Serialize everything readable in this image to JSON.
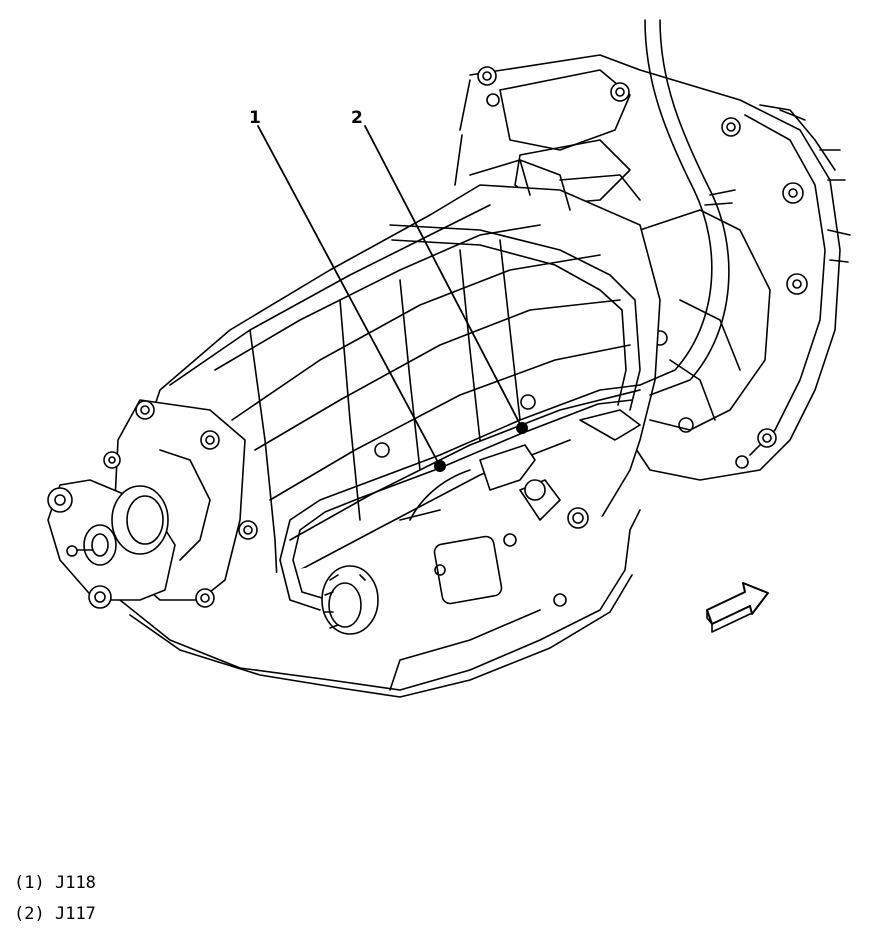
{
  "figure": {
    "callouts": [
      {
        "number": "1"
      },
      {
        "number": "2"
      }
    ]
  },
  "legend": [
    {
      "key": "(1)",
      "text": "J118"
    },
    {
      "key": "(2)",
      "text": "J117"
    }
  ]
}
